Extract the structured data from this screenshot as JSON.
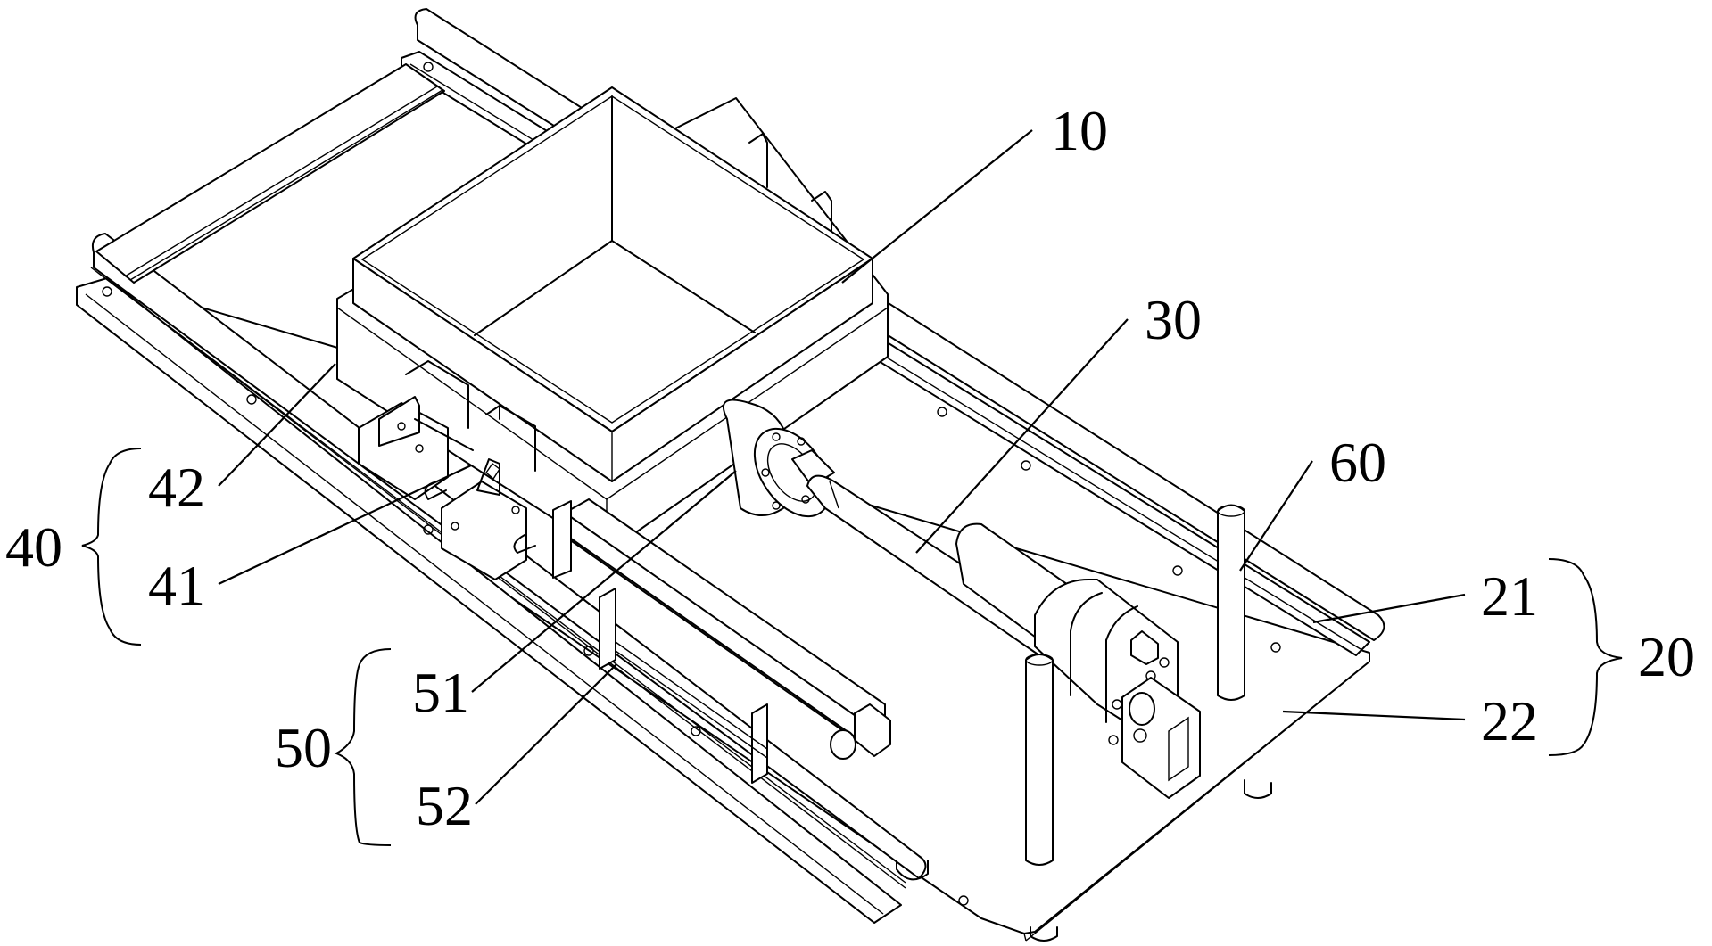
{
  "figure": {
    "type": "patent-style isometric mechanical line drawing",
    "colors": {
      "line": "#000000",
      "background": "#ffffff"
    }
  },
  "labels": {
    "l10": "10",
    "l20": "20",
    "l21": "21",
    "l22": "22",
    "l30": "30",
    "l40": "40",
    "l41": "41",
    "l42": "42",
    "l50": "50",
    "l51": "51",
    "l52": "52",
    "l60": "60"
  },
  "groups": [
    {
      "label": "20",
      "members": [
        "21",
        "22"
      ]
    },
    {
      "label": "40",
      "members": [
        "41",
        "42"
      ]
    },
    {
      "label": "50",
      "members": [
        "51",
        "52"
      ]
    }
  ]
}
